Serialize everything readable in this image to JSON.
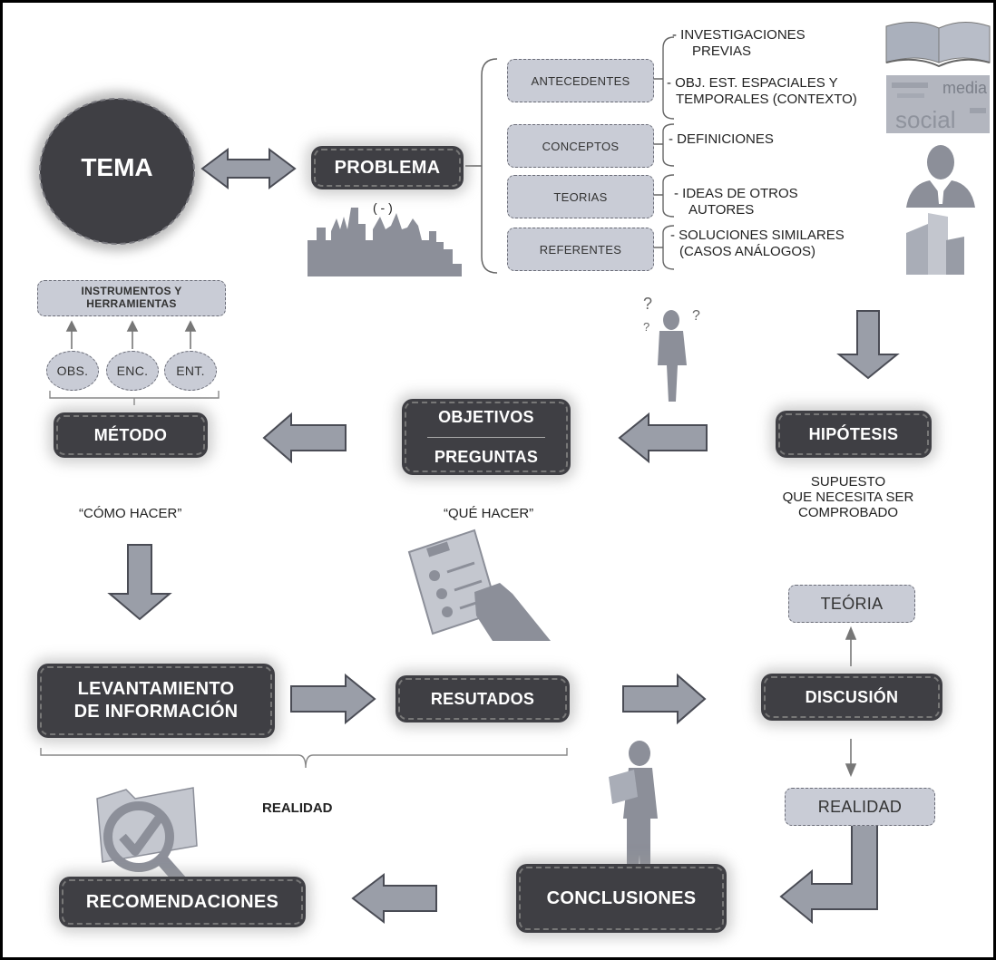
{
  "center": {
    "tema": "TEMA",
    "problema": "PROBLEMA",
    "problema_note": "( - )"
  },
  "branches": [
    {
      "label": "ANTECEDENTES",
      "lines": [
        "- INVESTIGACIONES",
        "PREVIAS",
        "- OBJ. EST. ESPACIALES Y",
        "TEMPORALES (CONTEXTO)"
      ]
    },
    {
      "label": "CONCEPTOS",
      "lines": [
        "- DEFINICIONES"
      ]
    },
    {
      "label": "TEORIAS",
      "lines": [
        "- IDEAS DE OTROS",
        "AUTORES"
      ]
    },
    {
      "label": "REFERENTES",
      "lines": [
        "- SOLUCIONES SIMILARES",
        "(CASOS ANÁLOGOS)"
      ]
    }
  ],
  "media_image_text": [
    "media",
    "social"
  ],
  "method": {
    "instruments": "INSTRUMENTOS Y HERRAMIENTAS",
    "circles": [
      "OBS.",
      "ENC.",
      "ENT."
    ],
    "label": "MÉTODO",
    "caption": "“CÓMO HACER”"
  },
  "objectives": {
    "line1": "OBJETIVOS",
    "line2": "PREGUNTAS",
    "caption": "“QUÉ HACER”"
  },
  "hypothesis": {
    "label": "HIPÓTESIS",
    "caption": [
      "SUPUESTO",
      "QUE NECESITA SER",
      "COMPROBADO"
    ]
  },
  "flow": {
    "levantamiento": [
      "LEVANTAMIENTO",
      "DE INFORMACIÓN"
    ],
    "resultados": "RESUTADOS",
    "discusion": "DISCUSIÓN",
    "teoria": "TEÓRIA",
    "realidad_box": "REALIDAD",
    "realidad_caption": "REALIDAD",
    "conclusiones": "CONCLUSIONES",
    "recomendaciones": "RECOMENDACIONES"
  },
  "colors": {
    "dark_box": "#3f3f44",
    "light_box": "#c9ccd6",
    "arrow_fill": "#9a9ea8",
    "arrow_stroke": "#4a4c55",
    "icon": "#8c8f99"
  }
}
